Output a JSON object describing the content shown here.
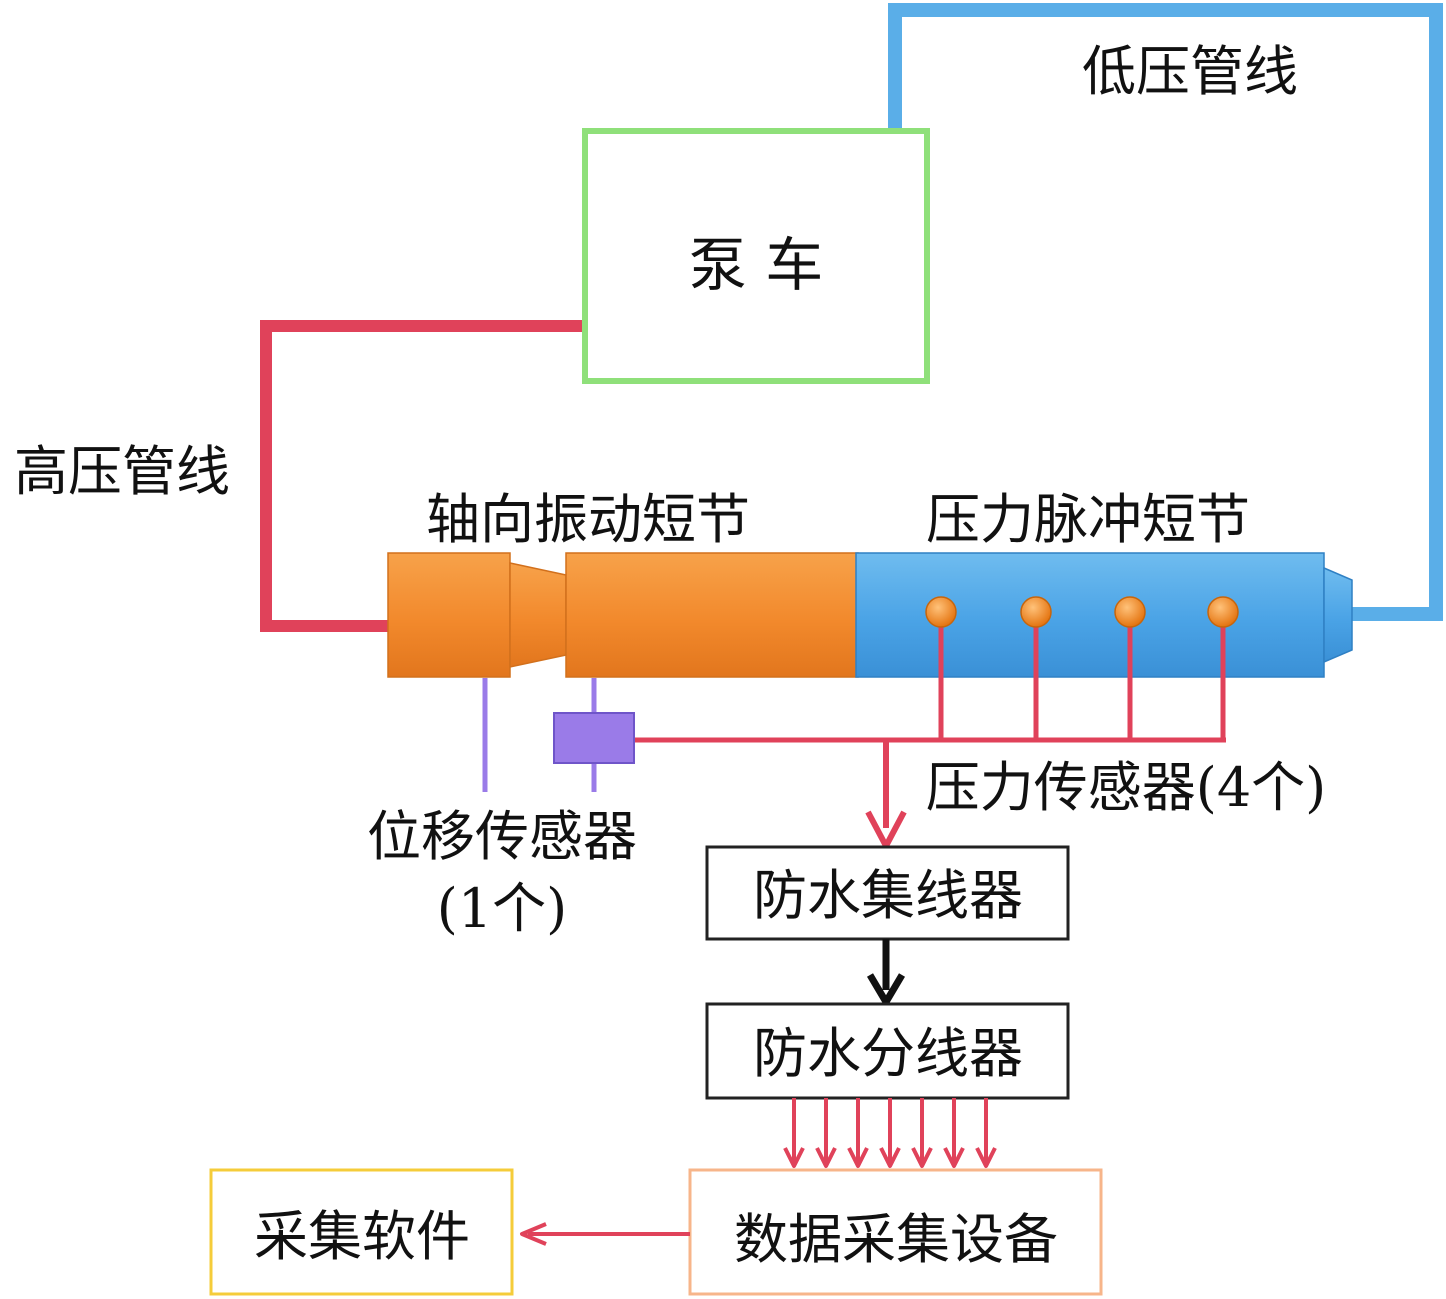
{
  "labels": {
    "low_pressure_line": "低压管线",
    "pump_truck": "泵 车",
    "high_pressure_line": "高压管线",
    "axial_vibration_sub": "轴向振动短节",
    "pressure_pulse_sub": "压力脉冲短节",
    "displacement_sensor": "位移传感器",
    "displacement_sensor_count": "(1个)",
    "pressure_sensor": "压力传感器(4个)",
    "waterproof_hub": "防水集线器",
    "waterproof_splitter": "防水分线器",
    "data_acquisition_device": "数据采集设备",
    "acquisition_software": "采集软件"
  },
  "colors": {
    "high_pressure_line": "#e0425a",
    "low_pressure_line": "#5aaee8",
    "pump_box_border": "#8fe07a",
    "vibration_sub": "#f28a2e",
    "pulse_sub": "#4aa3e6",
    "sensor_dot": "#f08a1e",
    "displacement_sensor": "#9a7be8",
    "signal_line": "#e0425a",
    "software_box_border": "#f5cc3a",
    "daq_box_border": "#f7b58a"
  }
}
